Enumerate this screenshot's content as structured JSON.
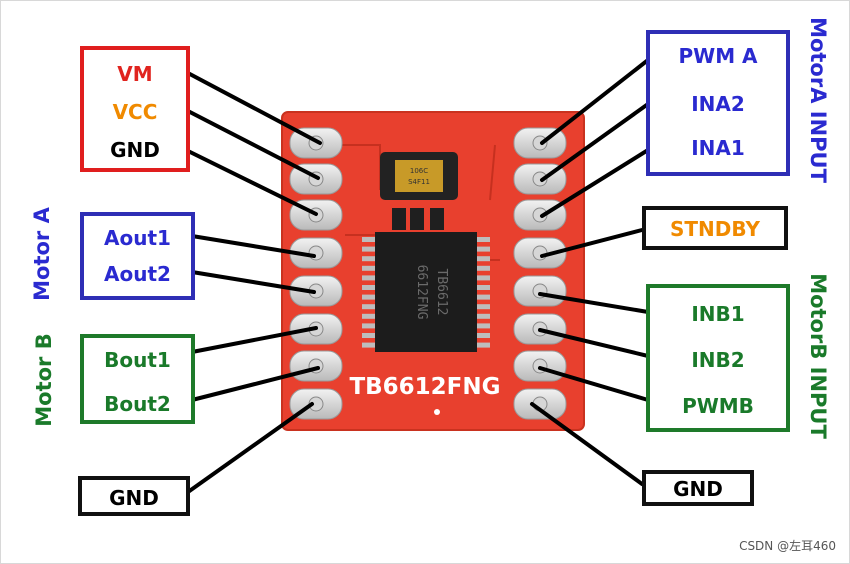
{
  "chip_label": "TB6612FNG",
  "ic_marking": [
    "TB6612",
    "6612FNG"
  ],
  "cap_marking": [
    "106C",
    "S4F11"
  ],
  "groups": {
    "power": {
      "items": [
        "VM",
        "VCC",
        "GND"
      ],
      "colors": [
        "#e0241f",
        "#f08a00",
        "#000000"
      ]
    },
    "motor_a": {
      "title": "Motor A",
      "items": [
        "Aout1",
        "Aout2"
      ]
    },
    "motor_b": {
      "title": "Motor B",
      "items": [
        "Bout1",
        "Bout2"
      ]
    },
    "gnd_left": {
      "label": "GND"
    },
    "motora_input": {
      "title": "MotorA INPUT",
      "items": [
        "PWM A",
        "INA2",
        "INA1"
      ]
    },
    "stndby": {
      "label": "STNDBY",
      "color": "#f08a00"
    },
    "motorb_input": {
      "title": "MotorB INPUT",
      "items": [
        "INB1",
        "INB2",
        "PWMB"
      ]
    },
    "gnd_right": {
      "label": "GND"
    }
  },
  "watermark": "CSDN @左耳460",
  "colors": {
    "board": "#e8402e",
    "blue": "#2a2ad0",
    "green": "#1a7a2a",
    "red": "#e01e1e"
  }
}
